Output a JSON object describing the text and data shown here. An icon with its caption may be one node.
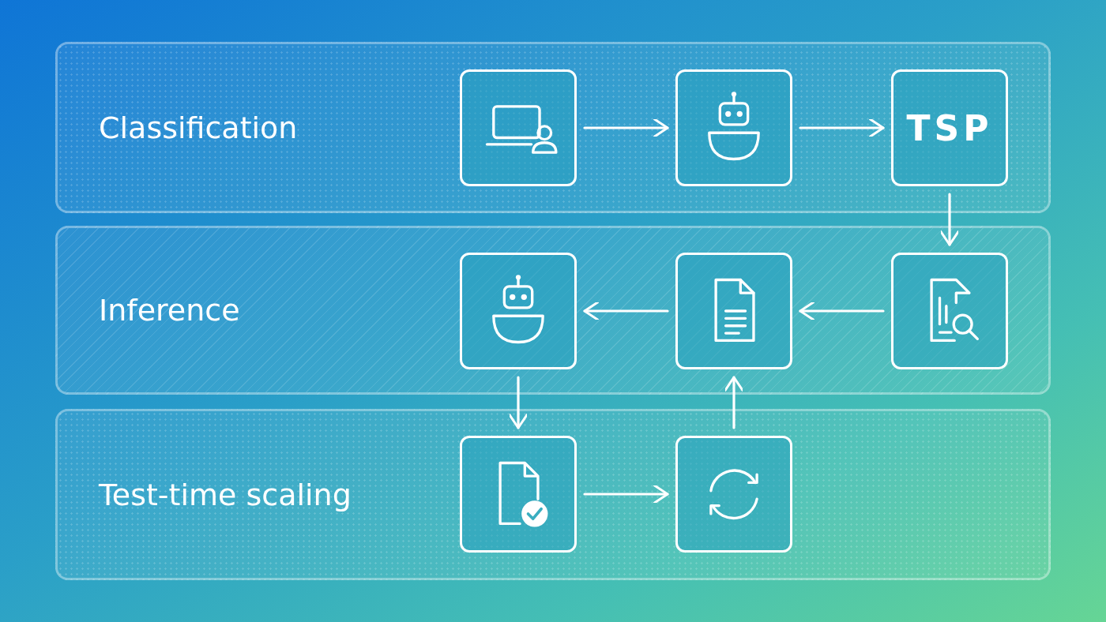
{
  "diagram": {
    "nodes": [
      {
        "text": [
          "Classification"
        ]
      },
      {
        "text": [],
        "shape": "picture",
        "in": 0
      },
      {
        "text": [],
        "shape": "picture",
        "in": 0
      },
      {
        "text": [
          "TSP"
        ],
        "in": 0
      },
      {
        "text": [
          "Inference"
        ]
      },
      {
        "text": [],
        "shape": "picture",
        "in": 4
      },
      {
        "text": [],
        "shape": "picture",
        "in": 4
      },
      {
        "text": [],
        "shape": "picture",
        "in": 4
      },
      {
        "text": [
          "Test-time scaling"
        ]
      },
      {
        "text": [],
        "shape": "picture",
        "in": 8
      },
      {
        "text": [],
        "shape": "picture",
        "in": 8
      }
    ],
    "edges": [
      {
        "from": 1,
        "to": 2,
        "arrow": "to"
      },
      {
        "from": 2,
        "to": 3,
        "arrow": "to"
      },
      {
        "from": 3,
        "to": 7,
        "arrow": "to"
      },
      {
        "from": 7,
        "to": 6,
        "arrow": "to"
      },
      {
        "from": 6,
        "to": 5,
        "arrow": "to"
      },
      {
        "from": 5,
        "to": 9,
        "arrow": "to"
      },
      {
        "from": 9,
        "to": 10,
        "arrow": "to"
      },
      {
        "from": 10,
        "to": 6,
        "arrow": "to"
      }
    ]
  }
}
